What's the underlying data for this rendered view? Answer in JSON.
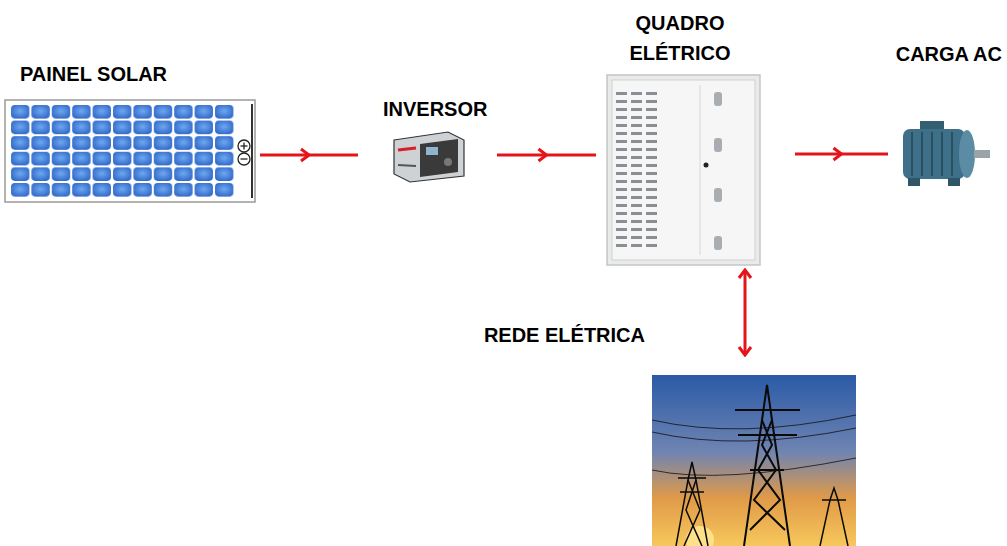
{
  "diagram": {
    "nodes": [
      {
        "text": [
          "PAINEL SOLAR"
        ]
      },
      {
        "text": [
          "INVERSOR"
        ]
      },
      {
        "text": [
          "QUADRO ELÉTRICO"
        ]
      },
      {
        "text": [
          "CARGA AC"
        ]
      },
      {
        "text": [
          "REDE ELÉTRICA"
        ]
      }
    ],
    "edges": [
      {
        "from": 0,
        "to": 1,
        "arrow": "to"
      },
      {
        "from": 1,
        "to": 2,
        "arrow": "to"
      },
      {
        "from": 2,
        "to": 3,
        "arrow": "to"
      },
      {
        "from": 2,
        "to": 4,
        "arrow": "both"
      }
    ]
  }
}
